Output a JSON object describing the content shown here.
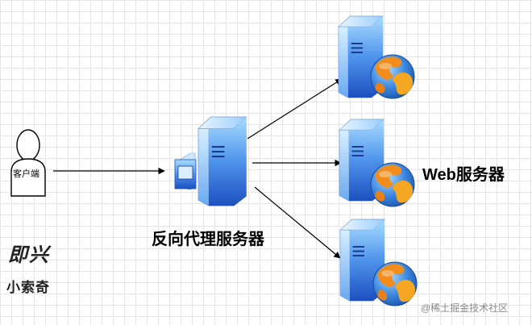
{
  "diagram": {
    "client_label": "客户端",
    "proxy_label": "反向代理服务器",
    "web_label": "Web服务器",
    "watermark_line1": "即兴",
    "watermark_line2": "小索奇",
    "credit": "@稀土掘金技术社区"
  },
  "icons": {
    "client": "person-icon",
    "proxy": "proxy-server-icon",
    "web_server": "web-server-globe-icon"
  },
  "colors": {
    "server_light": "#9fd4ff",
    "server_dark": "#1f56c8",
    "globe_orange": "#f28c1b",
    "globe_blue": "#2a78d8",
    "arrow": "#000000"
  }
}
